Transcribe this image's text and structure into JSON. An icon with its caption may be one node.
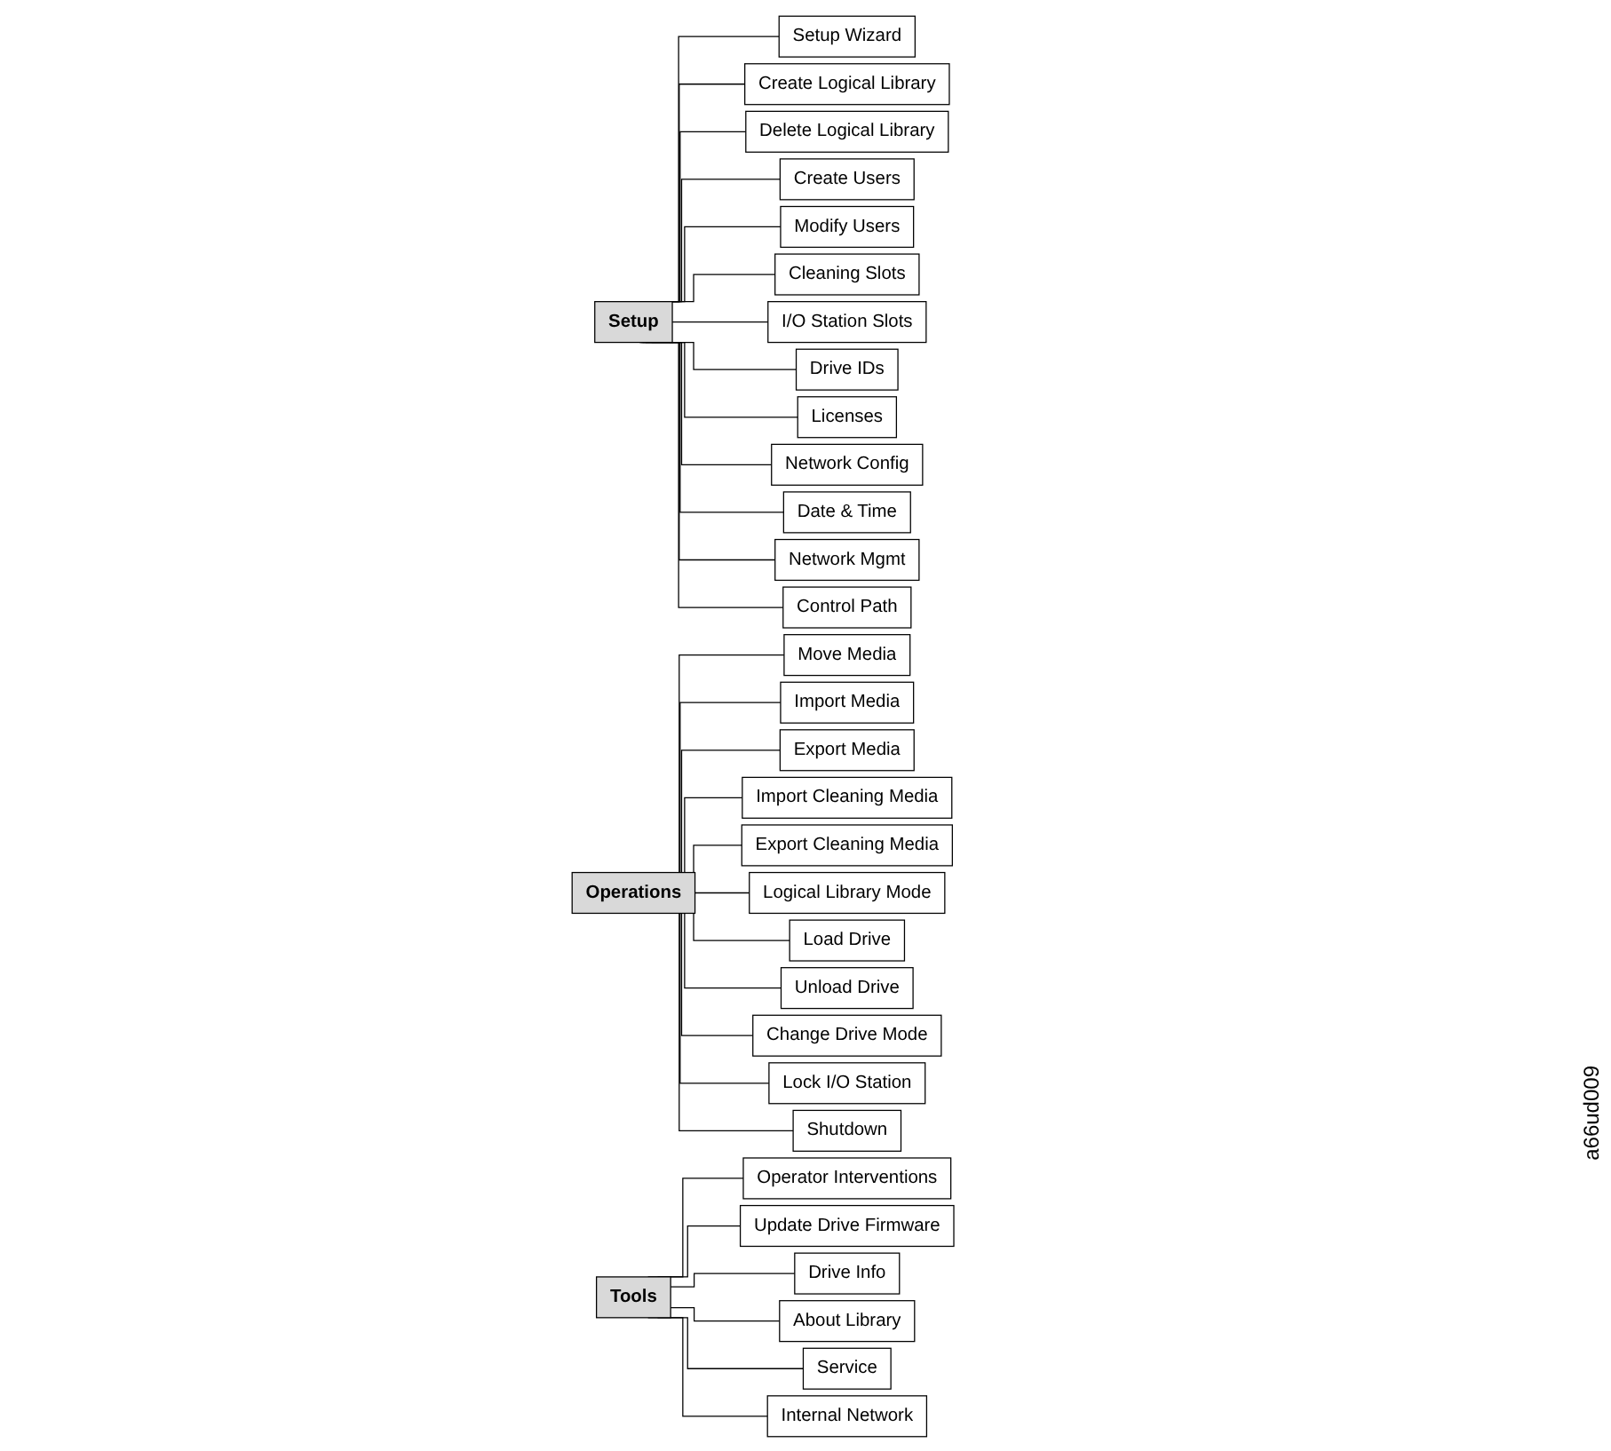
{
  "diagram": {
    "nodes": [
      {
        "text": [
          "Setup"
        ]
      },
      {
        "text": [
          "Setup Wizard"
        ]
      },
      {
        "text": [
          "Create Logical Library"
        ]
      },
      {
        "text": [
          "Delete Logical Library"
        ]
      },
      {
        "text": [
          "Create Users"
        ]
      },
      {
        "text": [
          "Modify Users"
        ]
      },
      {
        "text": [
          "Cleaning Slots"
        ]
      },
      {
        "text": [
          "I/O Station Slots"
        ]
      },
      {
        "text": [
          "Drive IDs"
        ]
      },
      {
        "text": [
          "Licenses"
        ]
      },
      {
        "text": [
          "Network Config"
        ]
      },
      {
        "text": [
          "Date & Time"
        ]
      },
      {
        "text": [
          "Network Mgmt"
        ]
      },
      {
        "text": [
          "Control Path"
        ]
      },
      {
        "text": [
          "Operations"
        ]
      },
      {
        "text": [
          "Move Media"
        ]
      },
      {
        "text": [
          "Import Media"
        ]
      },
      {
        "text": [
          "Export Media"
        ]
      },
      {
        "text": [
          "Import Cleaning Media"
        ]
      },
      {
        "text": [
          "Export Cleaning Media"
        ]
      },
      {
        "text": [
          "Logical Library Mode"
        ]
      },
      {
        "text": [
          "Load Drive"
        ]
      },
      {
        "text": [
          "Unload Drive"
        ]
      },
      {
        "text": [
          "Change Drive Mode"
        ]
      },
      {
        "text": [
          "Lock I/O Station"
        ]
      },
      {
        "text": [
          "Shutdown"
        ]
      },
      {
        "text": [
          "Tools"
        ]
      },
      {
        "text": [
          "Operator Interventions"
        ]
      },
      {
        "text": [
          "Update Drive Firmware"
        ]
      },
      {
        "text": [
          "Drive Info"
        ]
      },
      {
        "text": [
          "About Library"
        ]
      },
      {
        "text": [
          "Service"
        ]
      },
      {
        "text": [
          "Internal Network"
        ]
      }
    ],
    "edges": [
      {
        "from": 0,
        "to": 1,
        "arrow": "none"
      },
      {
        "from": 0,
        "to": 2,
        "arrow": "none"
      },
      {
        "from": 0,
        "to": 3,
        "arrow": "none"
      },
      {
        "from": 0,
        "to": 4,
        "arrow": "none"
      },
      {
        "from": 0,
        "to": 5,
        "arrow": "none"
      },
      {
        "from": 0,
        "to": 6,
        "arrow": "none"
      },
      {
        "from": 0,
        "to": 7,
        "arrow": "none"
      },
      {
        "from": 0,
        "to": 8,
        "arrow": "none"
      },
      {
        "from": 0,
        "to": 9,
        "arrow": "none"
      },
      {
        "from": 0,
        "to": 10,
        "arrow": "none"
      },
      {
        "from": 0,
        "to": 11,
        "arrow": "none"
      },
      {
        "from": 0,
        "to": 12,
        "arrow": "none"
      },
      {
        "from": 0,
        "to": 13,
        "arrow": "none"
      },
      {
        "from": 14,
        "to": 15,
        "arrow": "none"
      },
      {
        "from": 14,
        "to": 16,
        "arrow": "none"
      },
      {
        "from": 14,
        "to": 17,
        "arrow": "none"
      },
      {
        "from": 14,
        "to": 18,
        "arrow": "none"
      },
      {
        "from": 14,
        "to": 19,
        "arrow": "none"
      },
      {
        "from": 14,
        "to": 20,
        "arrow": "none"
      },
      {
        "from": 14,
        "to": 21,
        "arrow": "none"
      },
      {
        "from": 14,
        "to": 22,
        "arrow": "none"
      },
      {
        "from": 14,
        "to": 23,
        "arrow": "none"
      },
      {
        "from": 14,
        "to": 24,
        "arrow": "none"
      },
      {
        "from": 14,
        "to": 25,
        "arrow": "none"
      },
      {
        "from": 26,
        "to": 27,
        "arrow": "none"
      },
      {
        "from": 26,
        "to": 28,
        "arrow": "none"
      },
      {
        "from": 26,
        "to": 29,
        "arrow": "none"
      },
      {
        "from": 26,
        "to": 30,
        "arrow": "none"
      },
      {
        "from": 26,
        "to": 31,
        "arrow": "none"
      },
      {
        "from": 26,
        "to": 32,
        "arrow": "none"
      }
    ],
    "labels": [
      "a66ud009"
    ]
  }
}
